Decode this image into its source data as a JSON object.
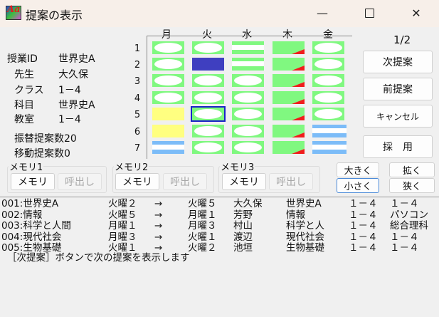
{
  "window": {
    "title": "提案の表示",
    "controls": {
      "minimize": "—",
      "maximize": "□",
      "close": "✕"
    }
  },
  "info": {
    "class_id_label": "授業ID",
    "class_id": "世界史A",
    "teacher_label": "先生",
    "teacher": "大久保",
    "class_label": "クラス",
    "class": "1－4",
    "subject_label": "科目",
    "subject": "世界史A",
    "room_label": "教室",
    "room": "1－4",
    "swap_count_label": "振替提案数",
    "swap_count": "20",
    "move_count_label": "移動提案数",
    "move_count": "0"
  },
  "grid": {
    "days": [
      "月",
      "火",
      "水",
      "木",
      "金"
    ],
    "periods": [
      "1",
      "2",
      "3",
      "4",
      "5",
      "6",
      "7"
    ],
    "cells": [
      [
        "green",
        "green",
        "stripe-green",
        "tri",
        "green"
      ],
      [
        "green",
        "blue",
        "stripe-green",
        "tri",
        "green"
      ],
      [
        "green",
        "green",
        "green",
        "tri",
        "green"
      ],
      [
        "green",
        "green",
        "green",
        "tri",
        "green"
      ],
      [
        "yellow",
        "green-selected",
        "green",
        "tri",
        "green"
      ],
      [
        "yellow",
        "green",
        "green",
        "tri",
        "stripe-blue"
      ],
      [
        "stripe-blue",
        "green",
        "green",
        "tri",
        "stripe-blue"
      ]
    ],
    "colors": {
      "green": "#80f880",
      "blue": "#3f3fc0",
      "yellow": "#ffff80",
      "light_blue": "#7cbcf8",
      "red": "#f01c1c",
      "selected_border": "#1a22c8"
    }
  },
  "pager": "1/2",
  "actions": {
    "next": "次提案",
    "prev": "前提案",
    "cancel": "キャンセル",
    "adopt": "採　用"
  },
  "memory": [
    {
      "title": "メモリ1",
      "save": "メモリ",
      "recall": "呼出し"
    },
    {
      "title": "メモリ2",
      "save": "メモリ",
      "recall": "呼出し"
    },
    {
      "title": "メモリ3",
      "save": "メモリ",
      "recall": "呼出し"
    }
  ],
  "size_buttons": {
    "bigger": "大きく",
    "smaller": "小さく",
    "widen": "拡く",
    "narrow": "狭く"
  },
  "list": {
    "rows": [
      {
        "id": "001:世界史A",
        "from": "火曜２",
        "arrow": "→",
        "to": "火曜５",
        "teacher": "大久保",
        "subject": "世界史A",
        "class": "１－４",
        "room": "１－４"
      },
      {
        "id": "002:情報",
        "from": "火曜５",
        "arrow": "→",
        "to": "月曜１",
        "teacher": "芳野",
        "subject": "情報",
        "class": "１－４",
        "room": "パソコン"
      },
      {
        "id": "003:科学と人間",
        "from": "月曜１",
        "arrow": "→",
        "to": "月曜３",
        "teacher": "村山",
        "subject": "科学と人",
        "class": "１－４",
        "room": "総合理科"
      },
      {
        "id": "004:現代社会",
        "from": "月曜３",
        "arrow": "→",
        "to": "火曜１",
        "teacher": "渡辺",
        "subject": "現代社会",
        "class": "１－４",
        "room": "１－４"
      },
      {
        "id": "005:生物基礎",
        "from": "火曜１",
        "arrow": "→",
        "to": "火曜２",
        "teacher": "池垣",
        "subject": "生物基礎",
        "class": "１－４",
        "room": "１－４"
      }
    ],
    "hint": "［次提案］ボタンで次の提案を表示します"
  }
}
